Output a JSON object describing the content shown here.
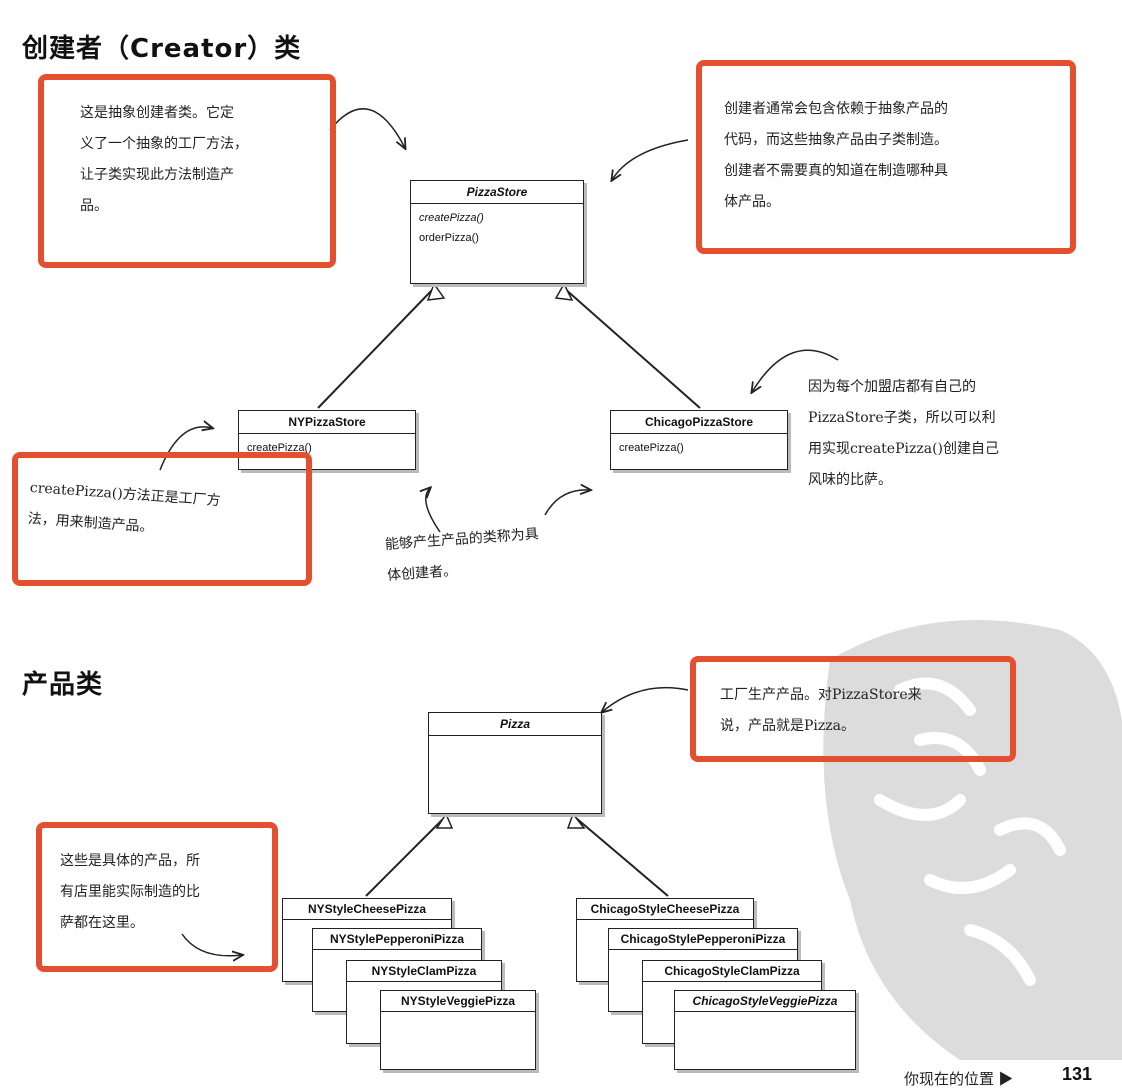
{
  "sections": {
    "creator_title": "创建者（Creator）类",
    "product_title": "产品类"
  },
  "notes": {
    "abstract_creator": {
      "lines": [
        "这是抽象创建者类。它定",
        "义了一个抽象的工厂方法，",
        "让子类实现此方法制造产",
        "品。"
      ]
    },
    "creator_depends": {
      "lines": [
        "创建者通常会包含依赖于抽象产品的",
        "代码，而这些抽象产品由子类制造。",
        "创建者不需要真的知道在制造哪种具",
        "体产品。"
      ]
    },
    "subclass_note": {
      "lines": [
        "因为每个加盟店都有自己的",
        "PizzaStore子类，所以可以利",
        "用实现createPizza()创建自己",
        "风味的比萨。"
      ]
    },
    "factory_method": {
      "lines": [
        "createPizza()方法正是工厂方",
        "法，用来制造产品。"
      ]
    },
    "concrete_creator": {
      "lines": [
        "能够产生产品的类称为具",
        "体创建者。"
      ]
    },
    "factory_produces": {
      "lines": [
        "工厂生产产品。对PizzaStore来",
        "说，产品就是Pizza。"
      ]
    },
    "concrete_products": {
      "lines": [
        "这些是具体的产品，所",
        "有店里能实际制造的比",
        "萨都在这里。"
      ]
    }
  },
  "classes": {
    "pizza_store": {
      "name": "PizzaStore",
      "methods": [
        "createPizza()",
        "orderPizza()"
      ]
    },
    "ny_pizza_store": {
      "name": "NYPizzaStore",
      "methods": [
        "createPizza()"
      ]
    },
    "chicago_pizza_store": {
      "name": "ChicagoPizzaStore",
      "methods": [
        "createPizza()"
      ]
    },
    "pizza": {
      "name": "Pizza"
    },
    "ny_pizzas": [
      "NYStyleCheesePizza",
      "NYStylePepperoniPizza",
      "NYStyleClamPizza",
      "NYStyleVeggiePizza"
    ],
    "chicago_pizzas": [
      "ChicagoStyleCheesePizza",
      "ChicagoStylePepperoniPizza",
      "ChicagoStyleClamPizza",
      "ChicagoStyleVeggiePizza"
    ]
  },
  "footer": {
    "where_you_are": "你现在的位置",
    "page_number": "131"
  },
  "colors": {
    "note_border": "#e4502f",
    "line": "#222222",
    "watermark": "#d9d9d9"
  }
}
